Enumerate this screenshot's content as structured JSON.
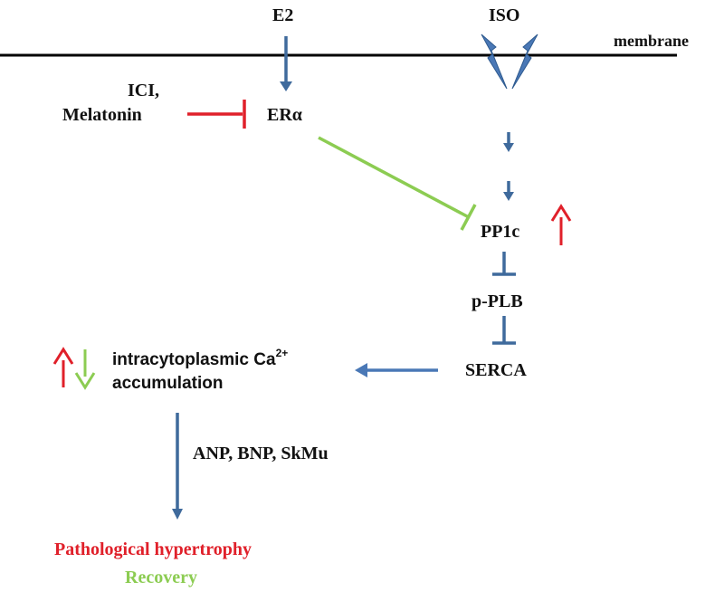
{
  "colors": {
    "text": "#111111",
    "blue": "#3f6a9c",
    "red": "#e0202a",
    "green": "#8ccc52",
    "membrane": "#000000"
  },
  "labels": {
    "e2": "E2",
    "iso": "ISO",
    "membrane": "membrane",
    "ici": "ICI,",
    "melatonin": "Melatonin",
    "er_alpha": "ERα",
    "pp1c": "PP1c",
    "p_plb": "p-PLB",
    "serca": "SERCA",
    "ca_line1": "intracytoplasmic Ca",
    "ca_superscript": "2+",
    "ca_line2": "accumulation",
    "markers": "ANP, BNP, SkMu",
    "outcome_pathological": "Pathological hypertrophy",
    "outcome_recovery": "Recovery"
  },
  "icons": {
    "iso_receptor": "lightning-bolt-icon",
    "pp1c_increase": "arrow-up-icon",
    "ca_increase": "arrow-up-icon",
    "ca_decrease": "arrow-down-icon"
  }
}
